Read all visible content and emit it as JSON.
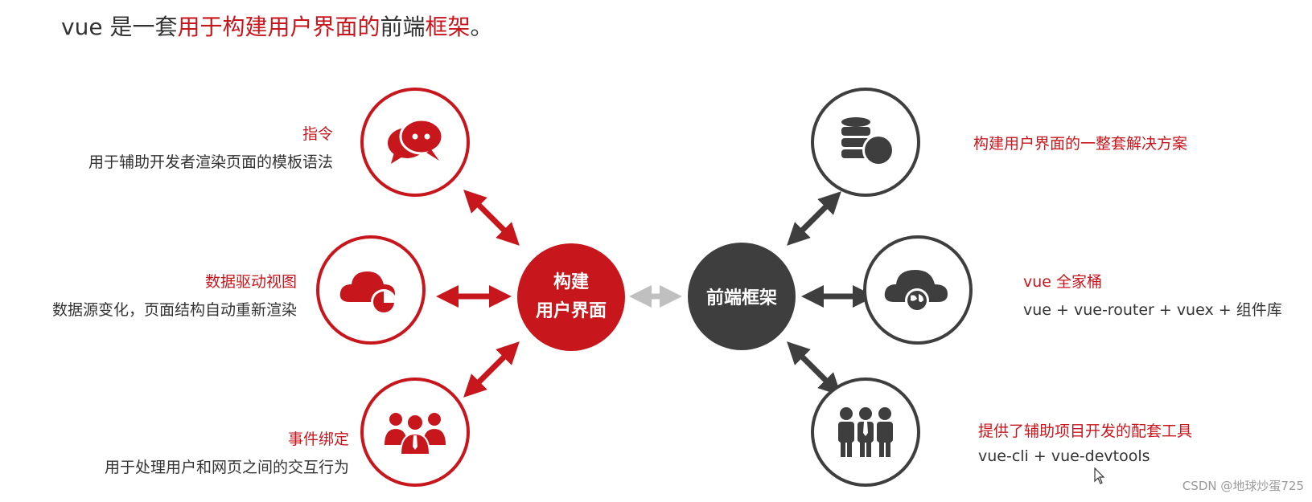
{
  "title": {
    "part1": "vue 是一套",
    "part2": "用于构建用户界面的",
    "part3": "前端",
    "part4": "框架",
    "part5": "。"
  },
  "hubs": {
    "left_line1": "构建",
    "left_line2": "用户界面",
    "right": "前端框架"
  },
  "left_items": [
    {
      "head": "指令",
      "desc": "用于辅助开发者渲染页面的模板语法",
      "icon": "chat-bubbles-icon"
    },
    {
      "head": "数据驱动视图",
      "desc": "数据源变化，页面结构自动重新渲染",
      "icon": "cloud-chart-icon"
    },
    {
      "head": "事件绑定",
      "desc": "用于处理用户和网页之间的交互行为",
      "icon": "people-group-icon"
    }
  ],
  "right_items": [
    {
      "head": "构建用户界面的一整套解决方案",
      "desc": "",
      "icon": "database-icon"
    },
    {
      "head": "vue 全家桶",
      "desc": "vue + vue-router + vuex + 组件库",
      "icon": "cloud-globe-icon"
    },
    {
      "head": "提供了辅助项目开发的配套工具",
      "desc": "vue-cli + vue-devtools",
      "icon": "team-icon"
    }
  ],
  "watermark": "CSDN @地球炒蛋725",
  "colors": {
    "red": "#c8161d",
    "dark": "#3e3e3e",
    "gray_arrow": "#c0c0c0"
  }
}
